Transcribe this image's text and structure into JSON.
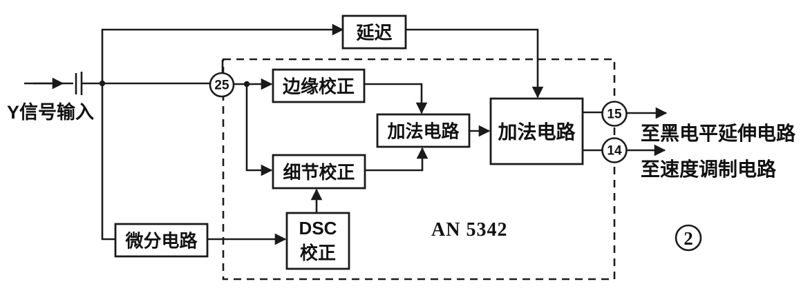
{
  "diagram": {
    "input_label": "Y信号输入",
    "blocks": {
      "delay": "延迟",
      "edge_correction": "边缘校正",
      "detail_correction": "细节校正",
      "adder_small": "加法电路",
      "adder_large": "加法电路",
      "differentiator": "微分电路",
      "dsc_line1": "DSC",
      "dsc_line2": "校正"
    },
    "pins": {
      "pin25": "25",
      "pin15": "15",
      "pin14": "14"
    },
    "ic_label": "AN 5342",
    "outputs": {
      "to_black_level": "至黑电平延伸电路",
      "to_velocity_modulation": "至速度调制电路"
    },
    "figure_badge": "2",
    "colors": {
      "line": "#1a1a1a",
      "background": "#ffffff"
    }
  }
}
